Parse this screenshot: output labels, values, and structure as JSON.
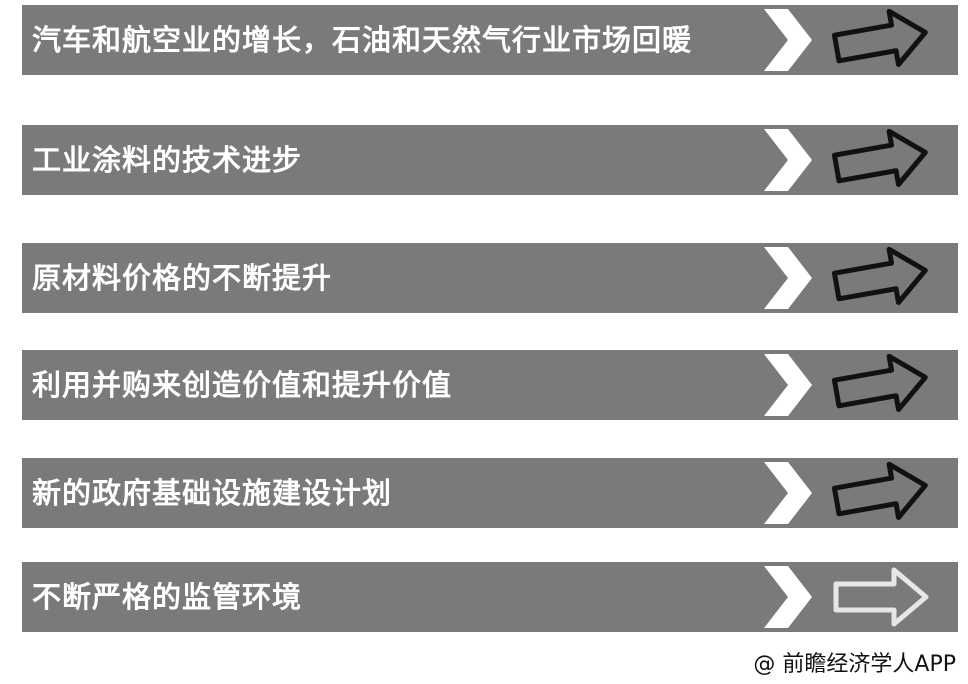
{
  "items": [
    {
      "label": "汽车和航空业的增长，石油和天然气行业市场回暖",
      "arrow_style": "dark"
    },
    {
      "label": "工业涂料的技术进步",
      "arrow_style": "dark"
    },
    {
      "label": "原材料价格的不断提升",
      "arrow_style": "dark"
    },
    {
      "label": "利用并购来创造价值和提升价值",
      "arrow_style": "dark"
    },
    {
      "label": "新的政府基础设施建设计划",
      "arrow_style": "dark"
    },
    {
      "label": "不断严格的监管环境",
      "arrow_style": "light"
    }
  ],
  "credit": "@ 前瞻经济学人APP",
  "colors": {
    "bar": "#7a7a7a",
    "text": "#ffffff",
    "arrow_dark": "#111111",
    "arrow_light": "#e6e6e6"
  }
}
